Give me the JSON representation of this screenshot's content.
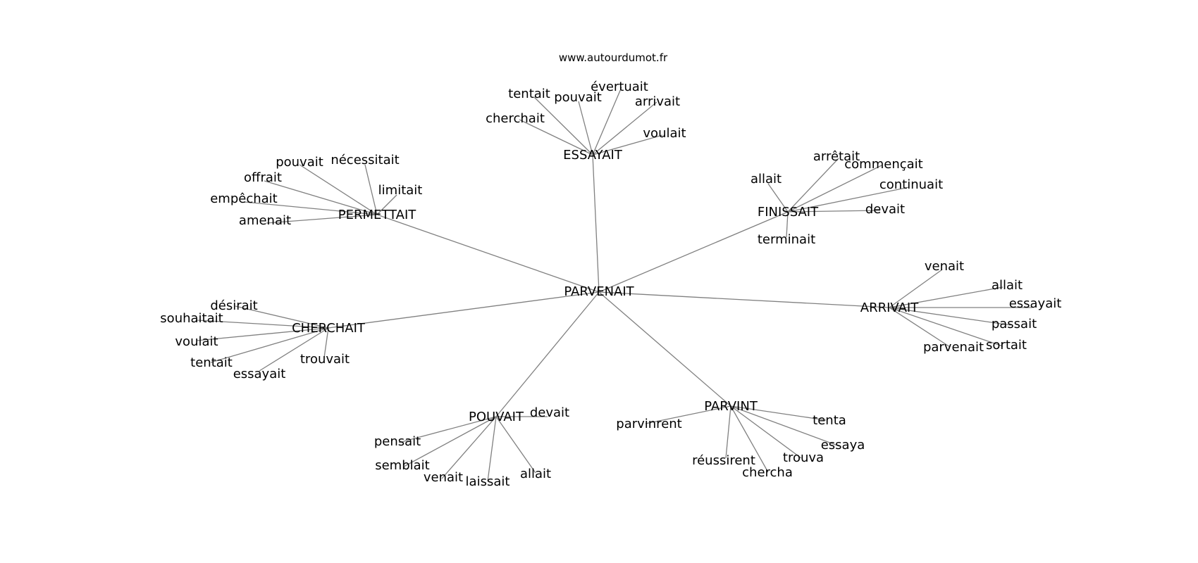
{
  "source": "www.autourdumot.fr",
  "root": "PARVENAIT",
  "clusters": [
    {
      "hub": "ESSAYAIT",
      "leaves": [
        "tentait",
        "pouvait",
        "évertuait",
        "arrivait",
        "cherchait",
        "voulait"
      ]
    },
    {
      "hub": "PERMETTAIT",
      "leaves": [
        "pouvait",
        "nécessitait",
        "offrait",
        "limitait",
        "empêchait",
        "amenait"
      ]
    },
    {
      "hub": "FINISSAIT",
      "leaves": [
        "arrêtait",
        "commençait",
        "allait",
        "continuait",
        "devait",
        "terminait"
      ]
    },
    {
      "hub": "CHERCHAIT",
      "leaves": [
        "désirait",
        "souhaitait",
        "voulait",
        "tentait",
        "essayait",
        "trouvait"
      ]
    },
    {
      "hub": "ARRIVAIT",
      "leaves": [
        "venait",
        "allait",
        "essayait",
        "passait",
        "sortait",
        "parvenait"
      ]
    },
    {
      "hub": "POUVAIT",
      "leaves": [
        "devait",
        "pensait",
        "semblait",
        "venait",
        "laissait",
        "allait"
      ]
    },
    {
      "hub": "PARVINT",
      "leaves": [
        "parvinrent",
        "tenta",
        "essaya",
        "trouva",
        "réussirent",
        "chercha"
      ]
    }
  ]
}
